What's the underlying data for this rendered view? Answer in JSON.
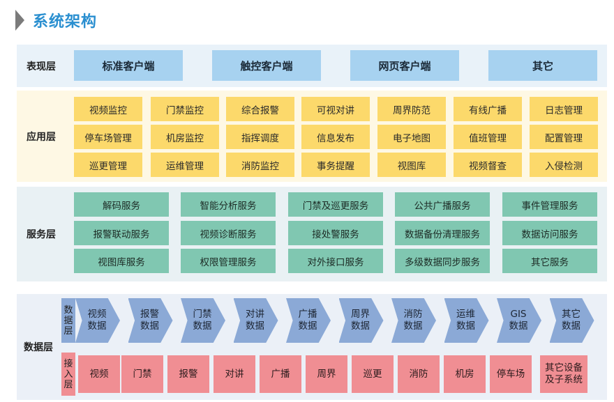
{
  "title": "系统架构",
  "layers": {
    "presentation": {
      "label": "表现层",
      "items": [
        "标准客户端",
        "触控客户端",
        "网页客户端",
        "其它"
      ]
    },
    "application": {
      "label": "应用层",
      "rows": [
        [
          "视频监控",
          "门禁监控",
          "综合报警",
          "可视对讲",
          "周界防范",
          "有线广播",
          "日志管理"
        ],
        [
          "停车场管理",
          "机房监控",
          "指挥调度",
          "信息发布",
          "电子地图",
          "值班管理",
          "配置管理"
        ],
        [
          "巡更管理",
          "运维管理",
          "消防监控",
          "事务提醒",
          "视图库",
          "视频督查",
          "入侵检测"
        ]
      ]
    },
    "service": {
      "label": "服务层",
      "rows": [
        [
          "解码服务",
          "智能分析服务",
          "门禁及巡更服务",
          "公共广播服务",
          "事件管理服务"
        ],
        [
          "报警联动服务",
          "视频诊断服务",
          "接处警服务",
          "数据备份清理服务",
          "数据访问服务"
        ],
        [
          "视图库服务",
          "权限管理服务",
          "对外接口服务",
          "多级数据同步服务",
          "其它服务"
        ]
      ]
    },
    "data": {
      "label": "数据层",
      "data_sublayer": {
        "label": "数据层",
        "items": [
          {
            "line1": "视频",
            "line2": "数据"
          },
          {
            "line1": "报警",
            "line2": "数据"
          },
          {
            "line1": "门禁",
            "line2": "数据"
          },
          {
            "line1": "对讲",
            "line2": "数据"
          },
          {
            "line1": "广播",
            "line2": "数据"
          },
          {
            "line1": "周界",
            "line2": "数据"
          },
          {
            "line1": "消防",
            "line2": "数据"
          },
          {
            "line1": "运维",
            "line2": "数据"
          },
          {
            "line1": "GIS",
            "line2": "数据"
          },
          {
            "line1": "其它",
            "line2": "数据"
          }
        ]
      },
      "access_sublayer": {
        "label": "接入层",
        "items": [
          {
            "line1": "视频",
            "line2": ""
          },
          {
            "line1": "门禁",
            "line2": ""
          },
          {
            "line1": "报警",
            "line2": ""
          },
          {
            "line1": "对讲",
            "line2": ""
          },
          {
            "line1": "广播",
            "line2": ""
          },
          {
            "line1": "周界",
            "line2": ""
          },
          {
            "line1": "巡更",
            "line2": ""
          },
          {
            "line1": "消防",
            "line2": ""
          },
          {
            "line1": "机房",
            "line2": ""
          },
          {
            "line1": "停车场",
            "line2": ""
          },
          {
            "line1": "其它设备",
            "line2": "及子系统"
          }
        ]
      }
    }
  }
}
